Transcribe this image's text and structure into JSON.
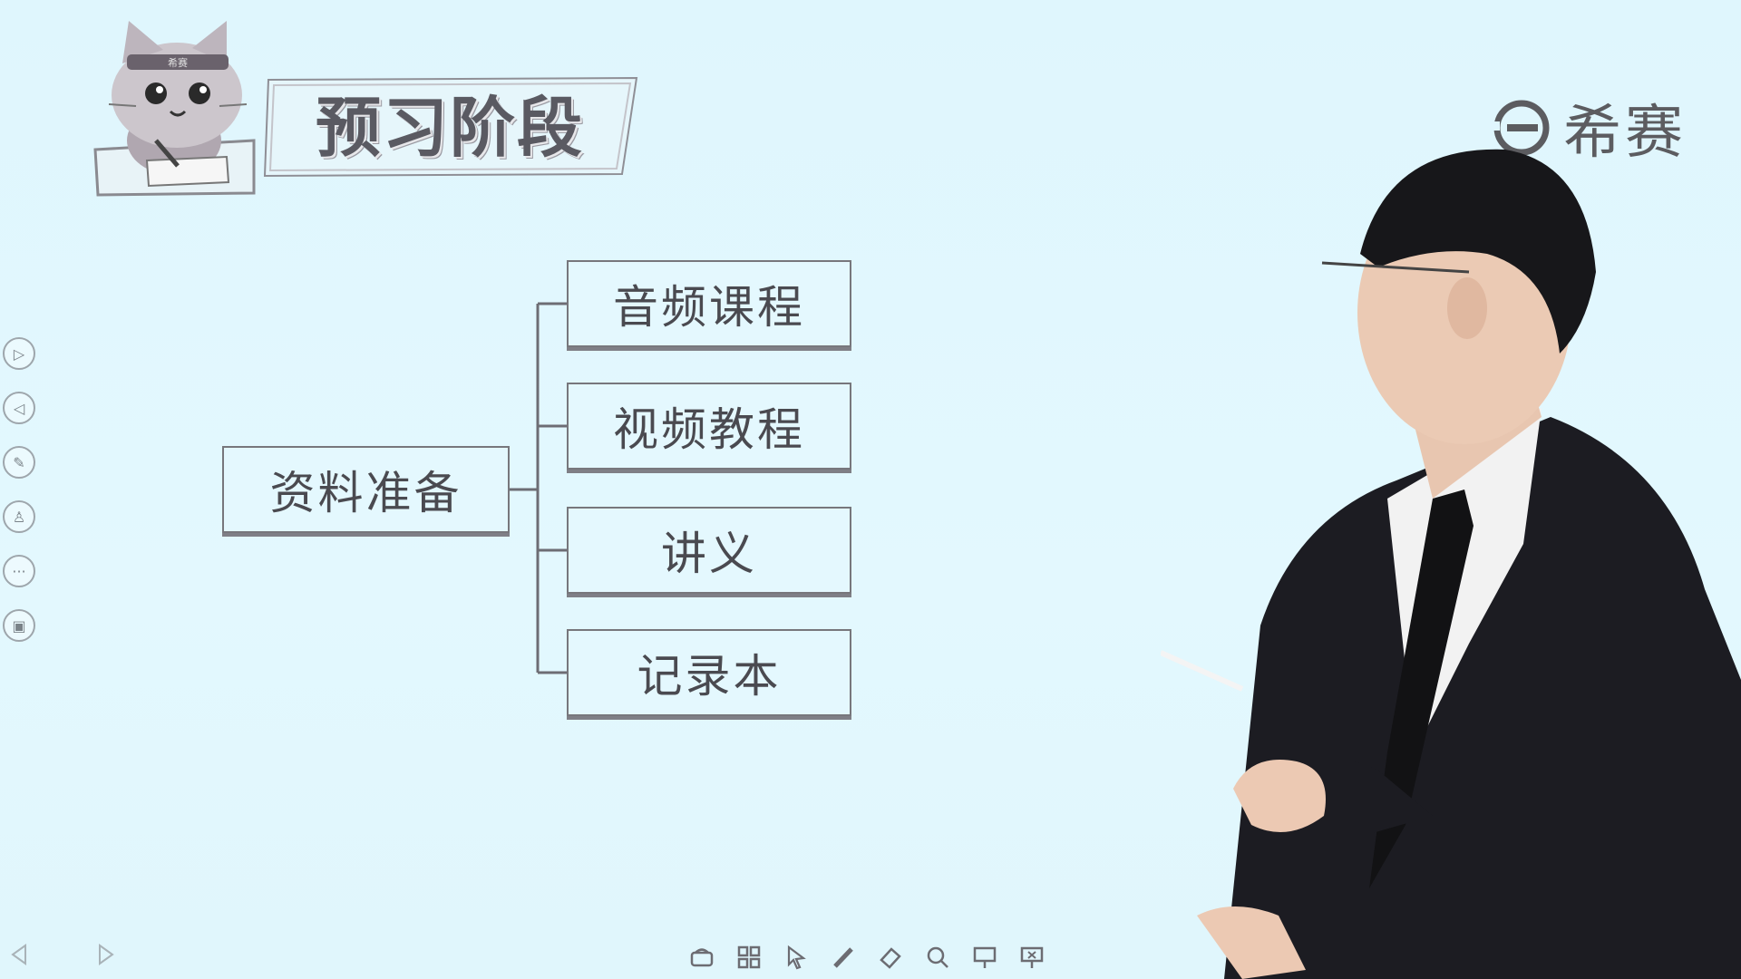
{
  "header": {
    "title": "预习阶段",
    "mascot_band_text": "希赛",
    "brand_name": "希赛"
  },
  "diagram": {
    "root": "资料准备",
    "children": [
      "音频课程",
      "视频教程",
      "讲义",
      "记录本"
    ]
  },
  "sidebar": {
    "tools": [
      {
        "name": "next-page-icon",
        "glyph": "▷"
      },
      {
        "name": "prev-page-icon",
        "glyph": "◁"
      },
      {
        "name": "pen-icon",
        "glyph": "✎"
      },
      {
        "name": "presenter-icon",
        "glyph": "♙"
      },
      {
        "name": "more-icon",
        "glyph": "···"
      },
      {
        "name": "screen-icon",
        "glyph": "▣"
      }
    ]
  },
  "toolbar": {
    "tools": [
      "presentation-icon",
      "grid-icon",
      "pointer-icon",
      "pen-icon",
      "eraser-icon",
      "magnifier-icon",
      "board-icon",
      "exit-screen-icon"
    ]
  },
  "colors": {
    "background": "#e0f6fd",
    "box_border": "#77777c",
    "text": "#4a4a50",
    "suit": "#1c1c22"
  }
}
